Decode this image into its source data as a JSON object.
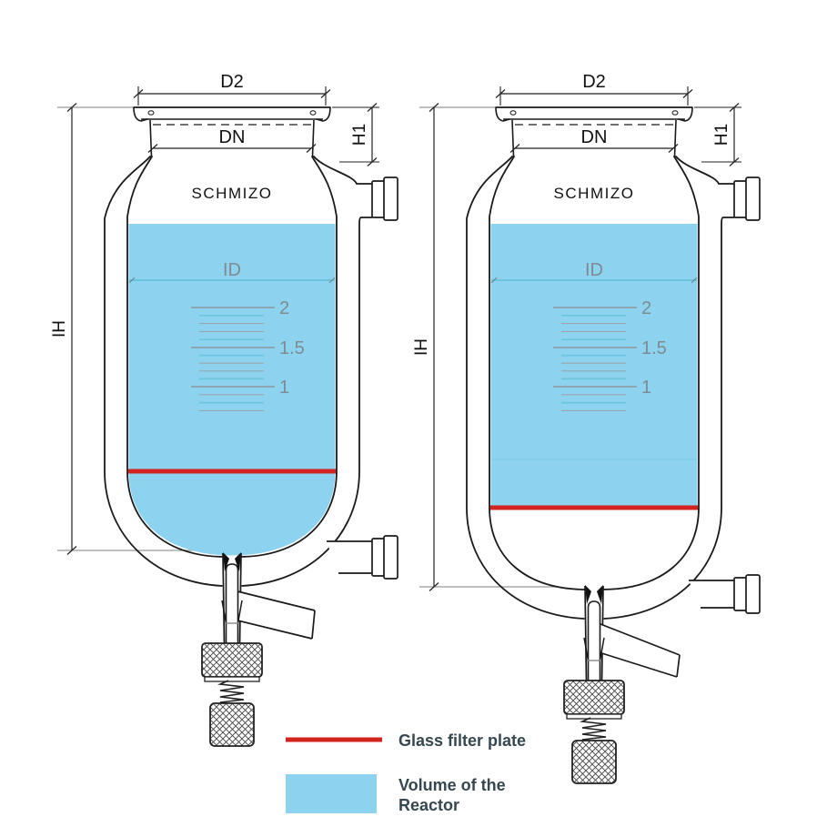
{
  "diagram": {
    "brand": "SCHMIZO",
    "dimension_labels": {
      "d2": "D2",
      "dn": "DN",
      "h1": "H1",
      "ih": "IH",
      "id": "ID"
    },
    "graduations": [
      "2",
      "1.5",
      "1"
    ],
    "legend": {
      "items": [
        {
          "name": "glass-filter-plate",
          "swatch": "red-line",
          "label": "Glass filter plate"
        },
        {
          "name": "reactor-volume",
          "swatch": "blue-rect",
          "lines": [
            "Volume of the",
            "Reactor"
          ]
        }
      ]
    },
    "colors": {
      "volume_fill": "#8dd3f0",
      "filter_plate_red": "#d2231e",
      "outline_black": "#1a1a1a",
      "dimension_gray": "#999999",
      "annotation_gray": "#7e8b92",
      "graduation_teal": "#6cc5de",
      "id_line_teal": "#5fc0d8",
      "legend_text": "#37474f"
    }
  }
}
